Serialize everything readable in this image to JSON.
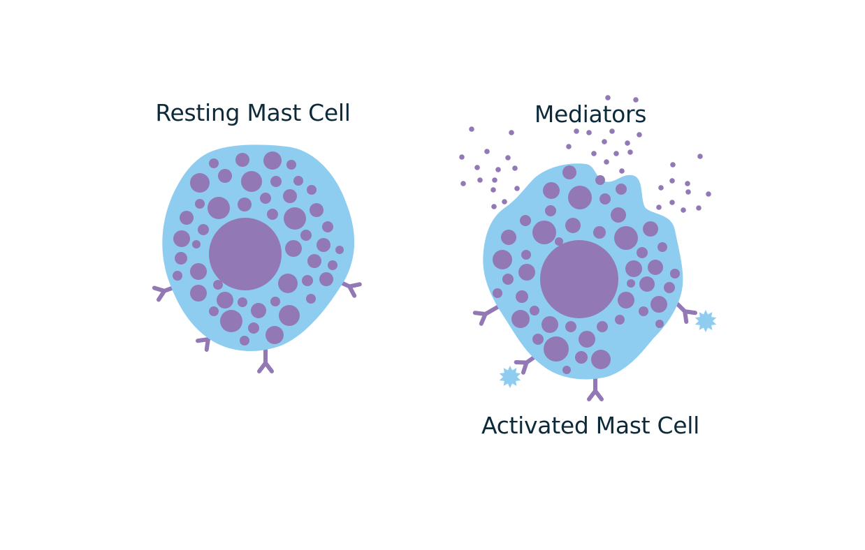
{
  "labels": {
    "resting": "Resting Mast Cell",
    "mediators": "Mediators",
    "activated": "Activated Mast Cell"
  },
  "colors": {
    "cytoplasm": "#8ecdf0",
    "granule": "#9278b4",
    "nucleus": "#9278b4",
    "receptor": "#9278b4",
    "mediator": "#9278b4",
    "antigen": "#8ecdf0",
    "text": "#0d2a3a",
    "background": "#ffffff"
  },
  "icons": {
    "receptor": "y-shaped-receptor-icon",
    "antigen": "star-antigen-icon",
    "granule": "granule-dot",
    "mediator": "mediator-dot"
  }
}
